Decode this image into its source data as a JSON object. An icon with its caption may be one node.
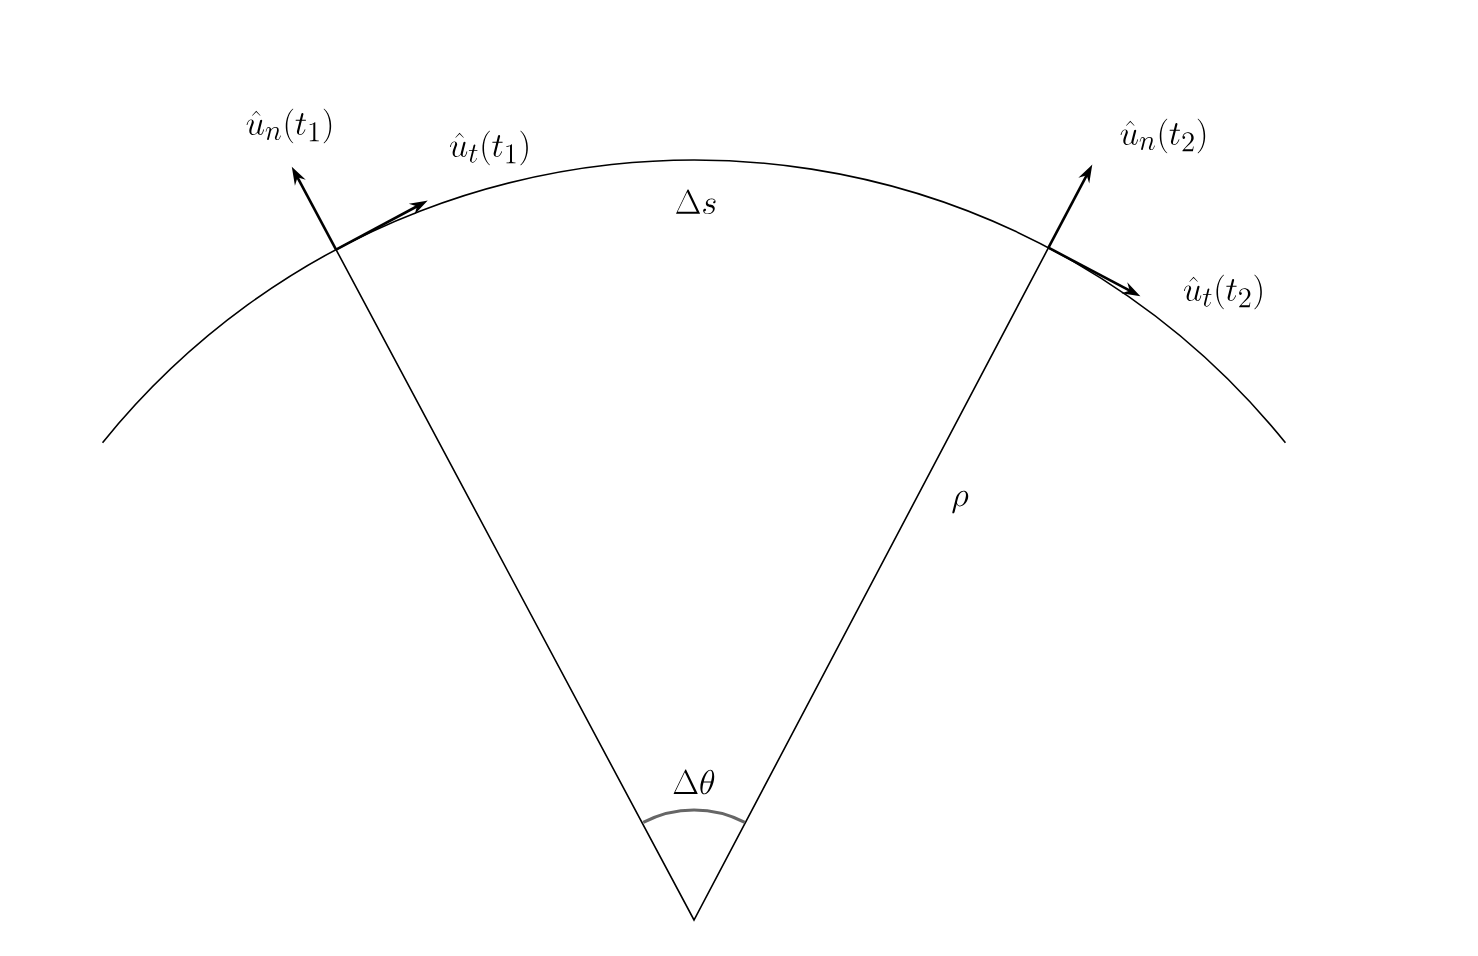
{
  "diagram": {
    "labels": [
      "\\hat{u}_n(t_1)",
      "\\hat{u}_t(t_1)",
      "\\Delta s",
      "\\hat{u}_n(t_2)",
      "\\hat{u}_t(t_2)",
      "\\rho",
      "\\Delta\\theta"
    ]
  }
}
